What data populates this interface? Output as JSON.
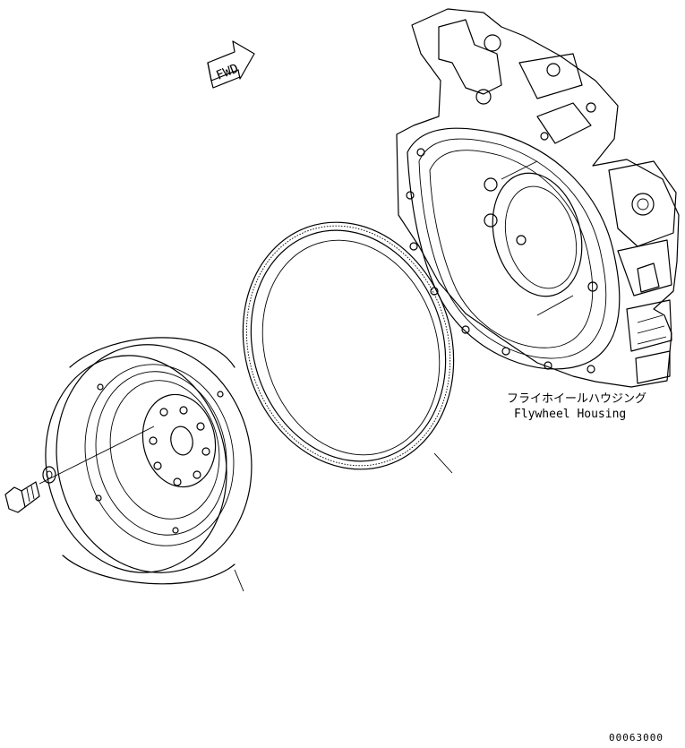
{
  "fwd_label": "FWD",
  "housing": {
    "label_jp": "フライホイールハウジング",
    "label_en": "Flywheel Housing"
  },
  "drawing_number": "00063000"
}
